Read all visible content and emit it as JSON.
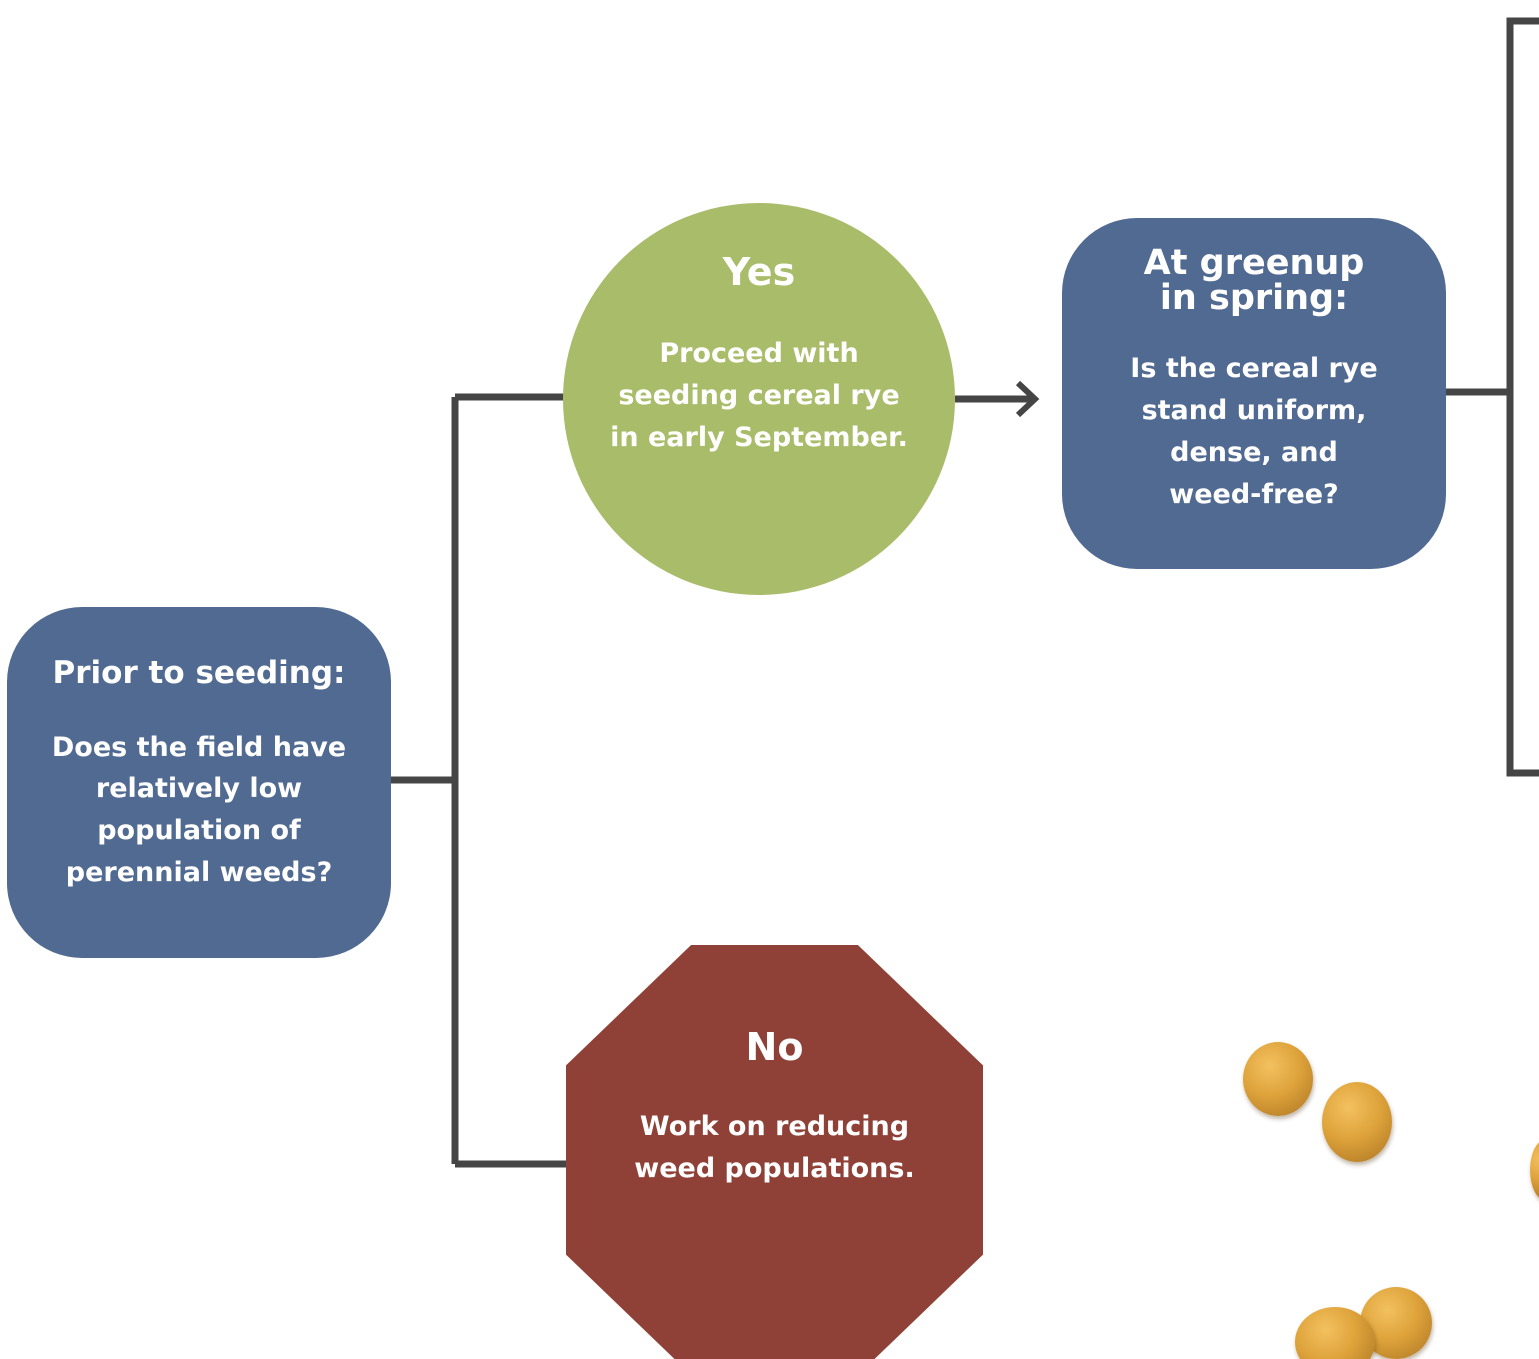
{
  "nodes": {
    "prior": {
      "heading": "Prior to seeding:",
      "lines": [
        "Does the field have",
        "relatively low",
        "population of",
        "perennial weeds?"
      ]
    },
    "yes": {
      "heading": "Yes",
      "lines": [
        "Proceed with",
        "seeding cereal rye",
        "in early September."
      ]
    },
    "no": {
      "heading": "No",
      "lines": [
        "Work on reducing",
        "weed populations."
      ]
    },
    "greenup": {
      "heading_lines": [
        "At greenup",
        "in spring:"
      ],
      "lines": [
        "Is the cereal rye",
        "stand uniform,",
        "dense, and",
        "weed-free?"
      ]
    }
  },
  "colors": {
    "question_box": "#516a91",
    "yes_circle": "#a8bc6a",
    "no_octagon": "#8f4137",
    "connector": "#454545",
    "text": "#ffffff"
  },
  "decoration": "cereal-rye-seeds"
}
